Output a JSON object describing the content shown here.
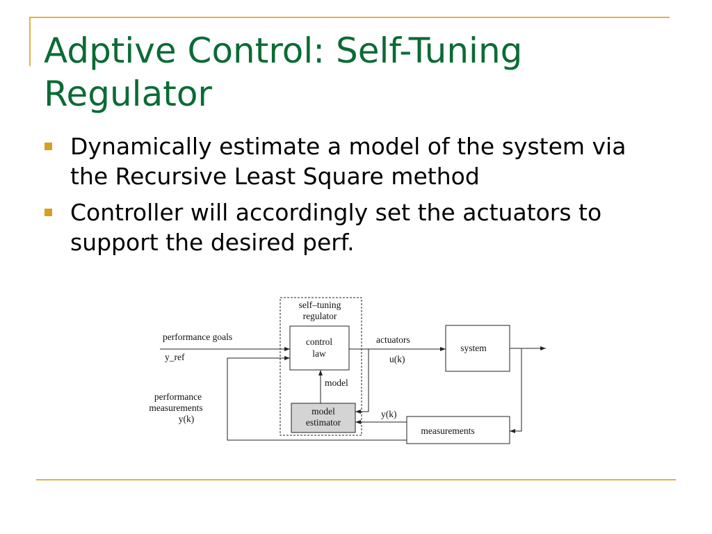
{
  "slide": {
    "title_lines": [
      "Adptive Control: Self-Tuning",
      "Regulator"
    ],
    "bullets": [
      {
        "lines": [
          "Dynamically estimate a model of the system via",
          "the Recursive Least Square method"
        ]
      },
      {
        "lines": [
          "Controller will accordingly set the actuators to",
          "support the desired perf."
        ]
      }
    ],
    "colors": {
      "title": "#0b6b35",
      "accent_rule": "#e6b040",
      "bullet": "#d8a020",
      "text": "#000000",
      "estimator_fill": "#d4d4d4"
    }
  },
  "diagram": {
    "regulator_title": [
      "self–tuning",
      "regulator"
    ],
    "blocks": {
      "control_law": [
        "control",
        "law"
      ],
      "model_estimator": [
        "model",
        "estimator"
      ],
      "system": "system",
      "measurements": "measurements"
    },
    "signals": {
      "performance_goals": "performance goals",
      "y_ref": "y_ref",
      "actuators": "actuators",
      "u_k": "u(k)",
      "model": "model",
      "y_k": "y(k)",
      "performance_measurements": [
        "performance",
        "measurements",
        "y(k)"
      ]
    }
  }
}
